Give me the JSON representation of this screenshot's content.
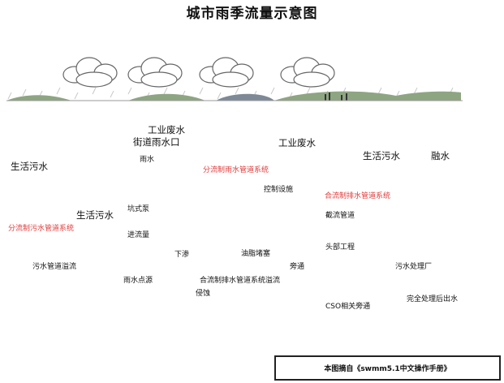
{
  "title": "城市雨季流量示意图",
  "labels": {
    "gongye1": "工业废水",
    "jiedao": "街道雨水口",
    "gongye2": "工业废水",
    "shenghuo_top": "生活污水",
    "rongshui": "融水",
    "shenghuo_left": "生活污水",
    "yushui": "雨水",
    "fenliu_yushui": "分流制雨水管道系统",
    "kongzhi": "控制设施",
    "heliu_paishui": "合流制排水管道系统",
    "shenghuo_mid": "生活污水",
    "kengshi": "坑式泵",
    "jieliu": "截流管道",
    "fenliu_wushui": "分流制污水管道系统",
    "jinliuliang": "进流量",
    "toubu": "头部工程",
    "xiashen": "下渗",
    "youzhi": "油脂堵塞",
    "wushui_yiliu": "污水管道溢流",
    "pangtong": "旁通",
    "wushuichuli": "污水处理厂",
    "yushui_dianyuan": "雨水点源",
    "heliu_yiliu": "合流制排水管道系统溢流",
    "qinshi": "侵蚀",
    "cso": "CSO相关旁通",
    "wanquan": "完全处理后出水"
  },
  "caption": "本图摘自《swmm5.1中文操作手册》",
  "colors": {
    "highlight": "#e03a3a",
    "hill": "#8ea582",
    "rain": "#bdbdbd",
    "smog": "#8a96a3"
  }
}
